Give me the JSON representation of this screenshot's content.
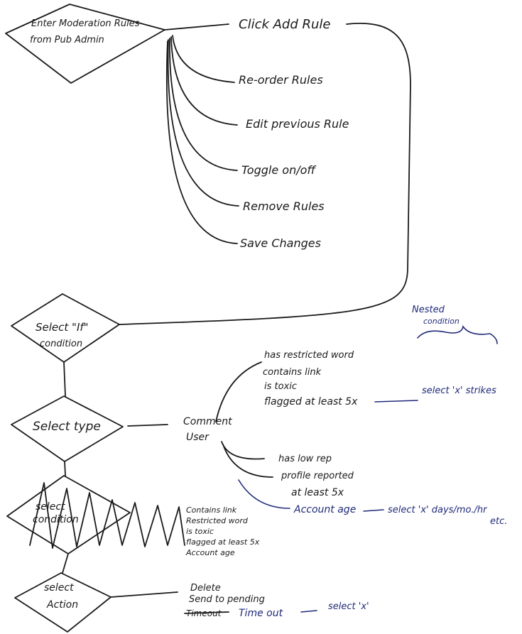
{
  "diamonds": {
    "enter": [
      "Enter Moderation Rules",
      "from Pub Admin"
    ],
    "select_if": [
      "Select \"If\"",
      "condition"
    ],
    "select_type": [
      "Select type"
    ],
    "select_condition": [
      "select",
      "condition"
    ],
    "select_action": [
      "select",
      "Action"
    ]
  },
  "admin_actions": [
    "Click Add Rule",
    "Re-order Rules",
    "Edit previous Rule",
    "Toggle on/off",
    "Remove Rules",
    "Save Changes"
  ],
  "type_options": [
    "Comment",
    "User"
  ],
  "comment_conditions": [
    "has restricted word",
    "contains link",
    "is toxic",
    "flagged at least 5x"
  ],
  "user_conditions": [
    "has low rep",
    "profile reported",
    "at least 5x"
  ],
  "account_age": "Account age",
  "strikes_label": "select 'x' strikes",
  "days_label": [
    "select 'x' days/mo./hr",
    "etc."
  ],
  "nested_label": [
    "Nested",
    "condition"
  ],
  "scribbled_conditions": [
    "Contains link",
    "Restricted word",
    "is toxic",
    "flagged at least 5x",
    "Account age"
  ],
  "actions": [
    "Delete",
    "Send to pending",
    "Timeout",
    "Time out"
  ],
  "timeout_label": "select 'x'"
}
